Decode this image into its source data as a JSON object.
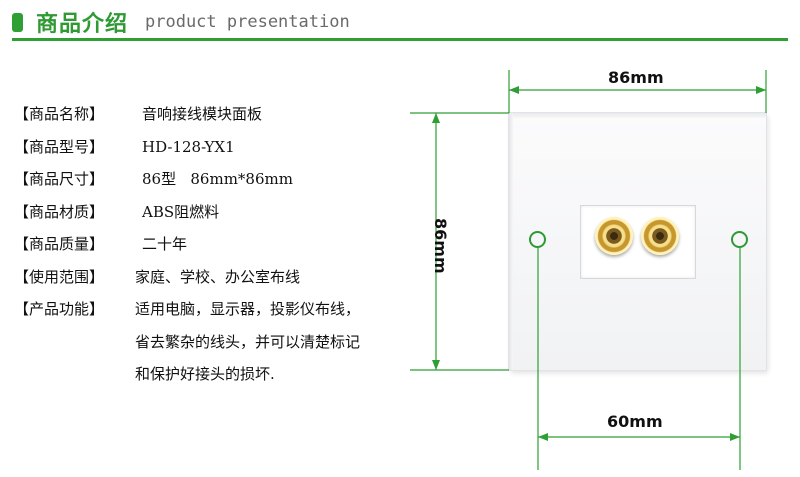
{
  "header": {
    "title": "商品介绍",
    "subtitle": "product presentation",
    "accent_color": "#2e9f33"
  },
  "specs": [
    {
      "label": "【商品名称】",
      "value": "音响接线模块面板"
    },
    {
      "label": "【商品型号】",
      "value": "HD-128-YX1"
    },
    {
      "label": "【商品尺寸】",
      "value": "86型   86mm*86mm"
    },
    {
      "label": "【商品材质】",
      "value": "ABS阻燃料"
    },
    {
      "label": "【商品质量】",
      "value": "二十年"
    },
    {
      "label": "【使用范围】",
      "value": "家庭、学校、办公室布线"
    },
    {
      "label": "【产品功能】",
      "value": "适用电脑，显示器，投影仪布线，"
    }
  ],
  "function_continuation": [
    "省去繁杂的线头，并可以清楚标记",
    "和保护好接头的损坏."
  ],
  "dimensions": {
    "width": "86mm",
    "height": "86mm",
    "hole_spacing": "60mm",
    "line_color": "#2e9f33"
  },
  "product_image": {
    "icon": "audio-terminal-panel",
    "terminals": 2
  }
}
